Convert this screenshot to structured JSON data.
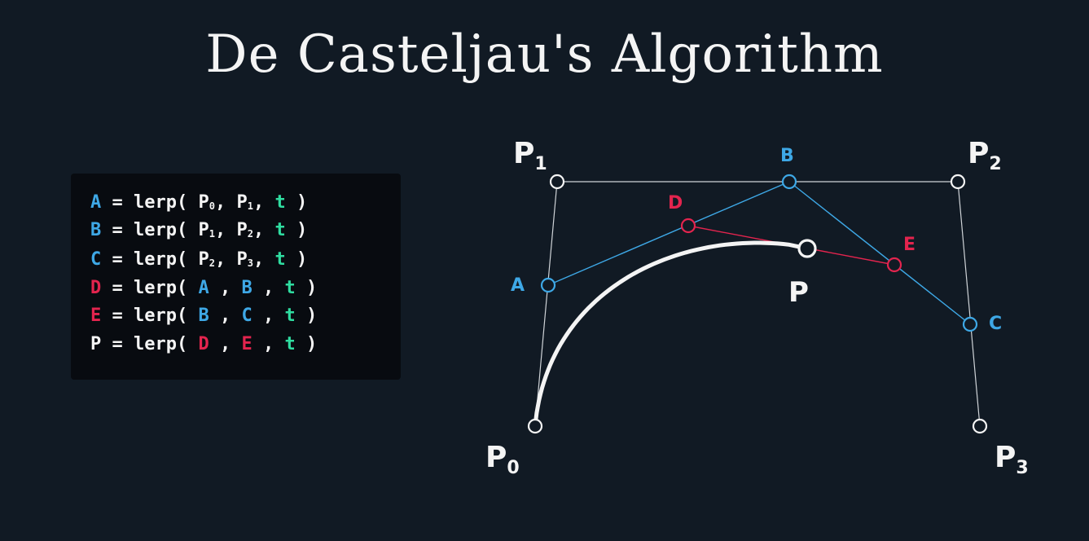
{
  "title": "De Casteljau's Algorithm",
  "colors": {
    "background": "#111a24",
    "blue": "#3ea8e6",
    "red": "#e3244e",
    "green": "#2fdca0",
    "white": "#f4f4f4",
    "grey_line": "#d0d4d8"
  },
  "code": {
    "lines": [
      {
        "lhs": "A",
        "lhs_color": "blue",
        "a": "P",
        "a_sub": "0",
        "a_color": "white",
        "b": "P",
        "b_sub": "1",
        "b_color": "white",
        "t": "t"
      },
      {
        "lhs": "B",
        "lhs_color": "blue",
        "a": "P",
        "a_sub": "1",
        "a_color": "white",
        "b": "P",
        "b_sub": "2",
        "b_color": "white",
        "t": "t"
      },
      {
        "lhs": "C",
        "lhs_color": "blue",
        "a": "P",
        "a_sub": "2",
        "a_color": "white",
        "b": "P",
        "b_sub": "3",
        "b_color": "white",
        "t": "t"
      },
      {
        "lhs": "D",
        "lhs_color": "red",
        "a": "A",
        "a_sub": "",
        "a_color": "blue",
        "b": "B",
        "b_sub": "",
        "b_color": "blue",
        "t": "t"
      },
      {
        "lhs": "E",
        "lhs_color": "red",
        "a": "B",
        "a_sub": "",
        "a_color": "blue",
        "b": "C",
        "b_sub": "",
        "b_color": "blue",
        "t": "t"
      },
      {
        "lhs": "P",
        "lhs_color": "white",
        "a": "D",
        "a_sub": "",
        "a_color": "red",
        "b": "E",
        "b_sub": "",
        "b_color": "red",
        "t": "t"
      }
    ],
    "eq": "=",
    "fn": "lerp(",
    "comma": ",",
    "close": ")"
  },
  "points": {
    "P0": {
      "label": "P",
      "sub": "0"
    },
    "P1": {
      "label": "P",
      "sub": "1"
    },
    "P2": {
      "label": "P",
      "sub": "2"
    },
    "P3": {
      "label": "P",
      "sub": "3"
    },
    "A": {
      "label": "A"
    },
    "B": {
      "label": "B"
    },
    "C": {
      "label": "C"
    },
    "D": {
      "label": "D"
    },
    "E": {
      "label": "E"
    },
    "P": {
      "label": "P"
    }
  }
}
